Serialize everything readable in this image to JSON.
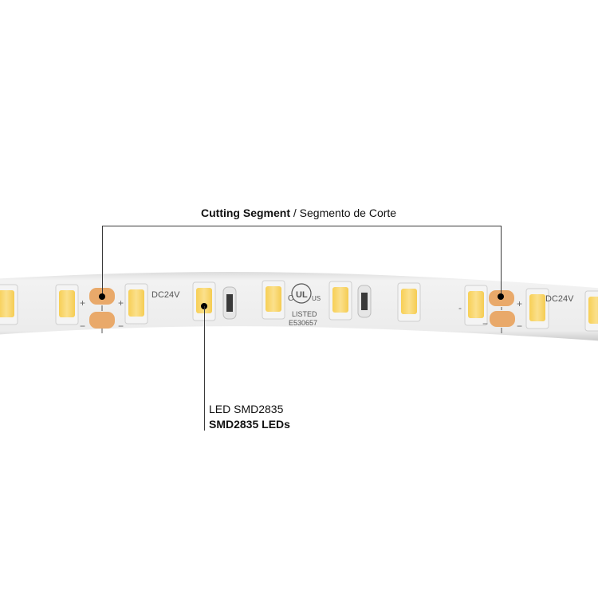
{
  "callouts": {
    "cutting_segment": {
      "label_bold": "Cutting Segment",
      "separator": " / ",
      "label_regular": "Segmento de Corte"
    },
    "led": {
      "line1": "LED SMD2835",
      "line2": "SMD2835 LEDs"
    }
  },
  "strip": {
    "voltage_marking": "DC24V",
    "certification": {
      "mark_left": "C",
      "mark_center": "UL",
      "mark_right": "US",
      "listed": "LISTED",
      "file_number": "E530657"
    },
    "polarity_plus": "+",
    "polarity_minus": "−",
    "colors": {
      "pcb": "#ebebeb",
      "led_phosphor": "#f9d45a",
      "copper_pad": "#e9a96a",
      "callout_line": "#3a3a3a"
    }
  }
}
